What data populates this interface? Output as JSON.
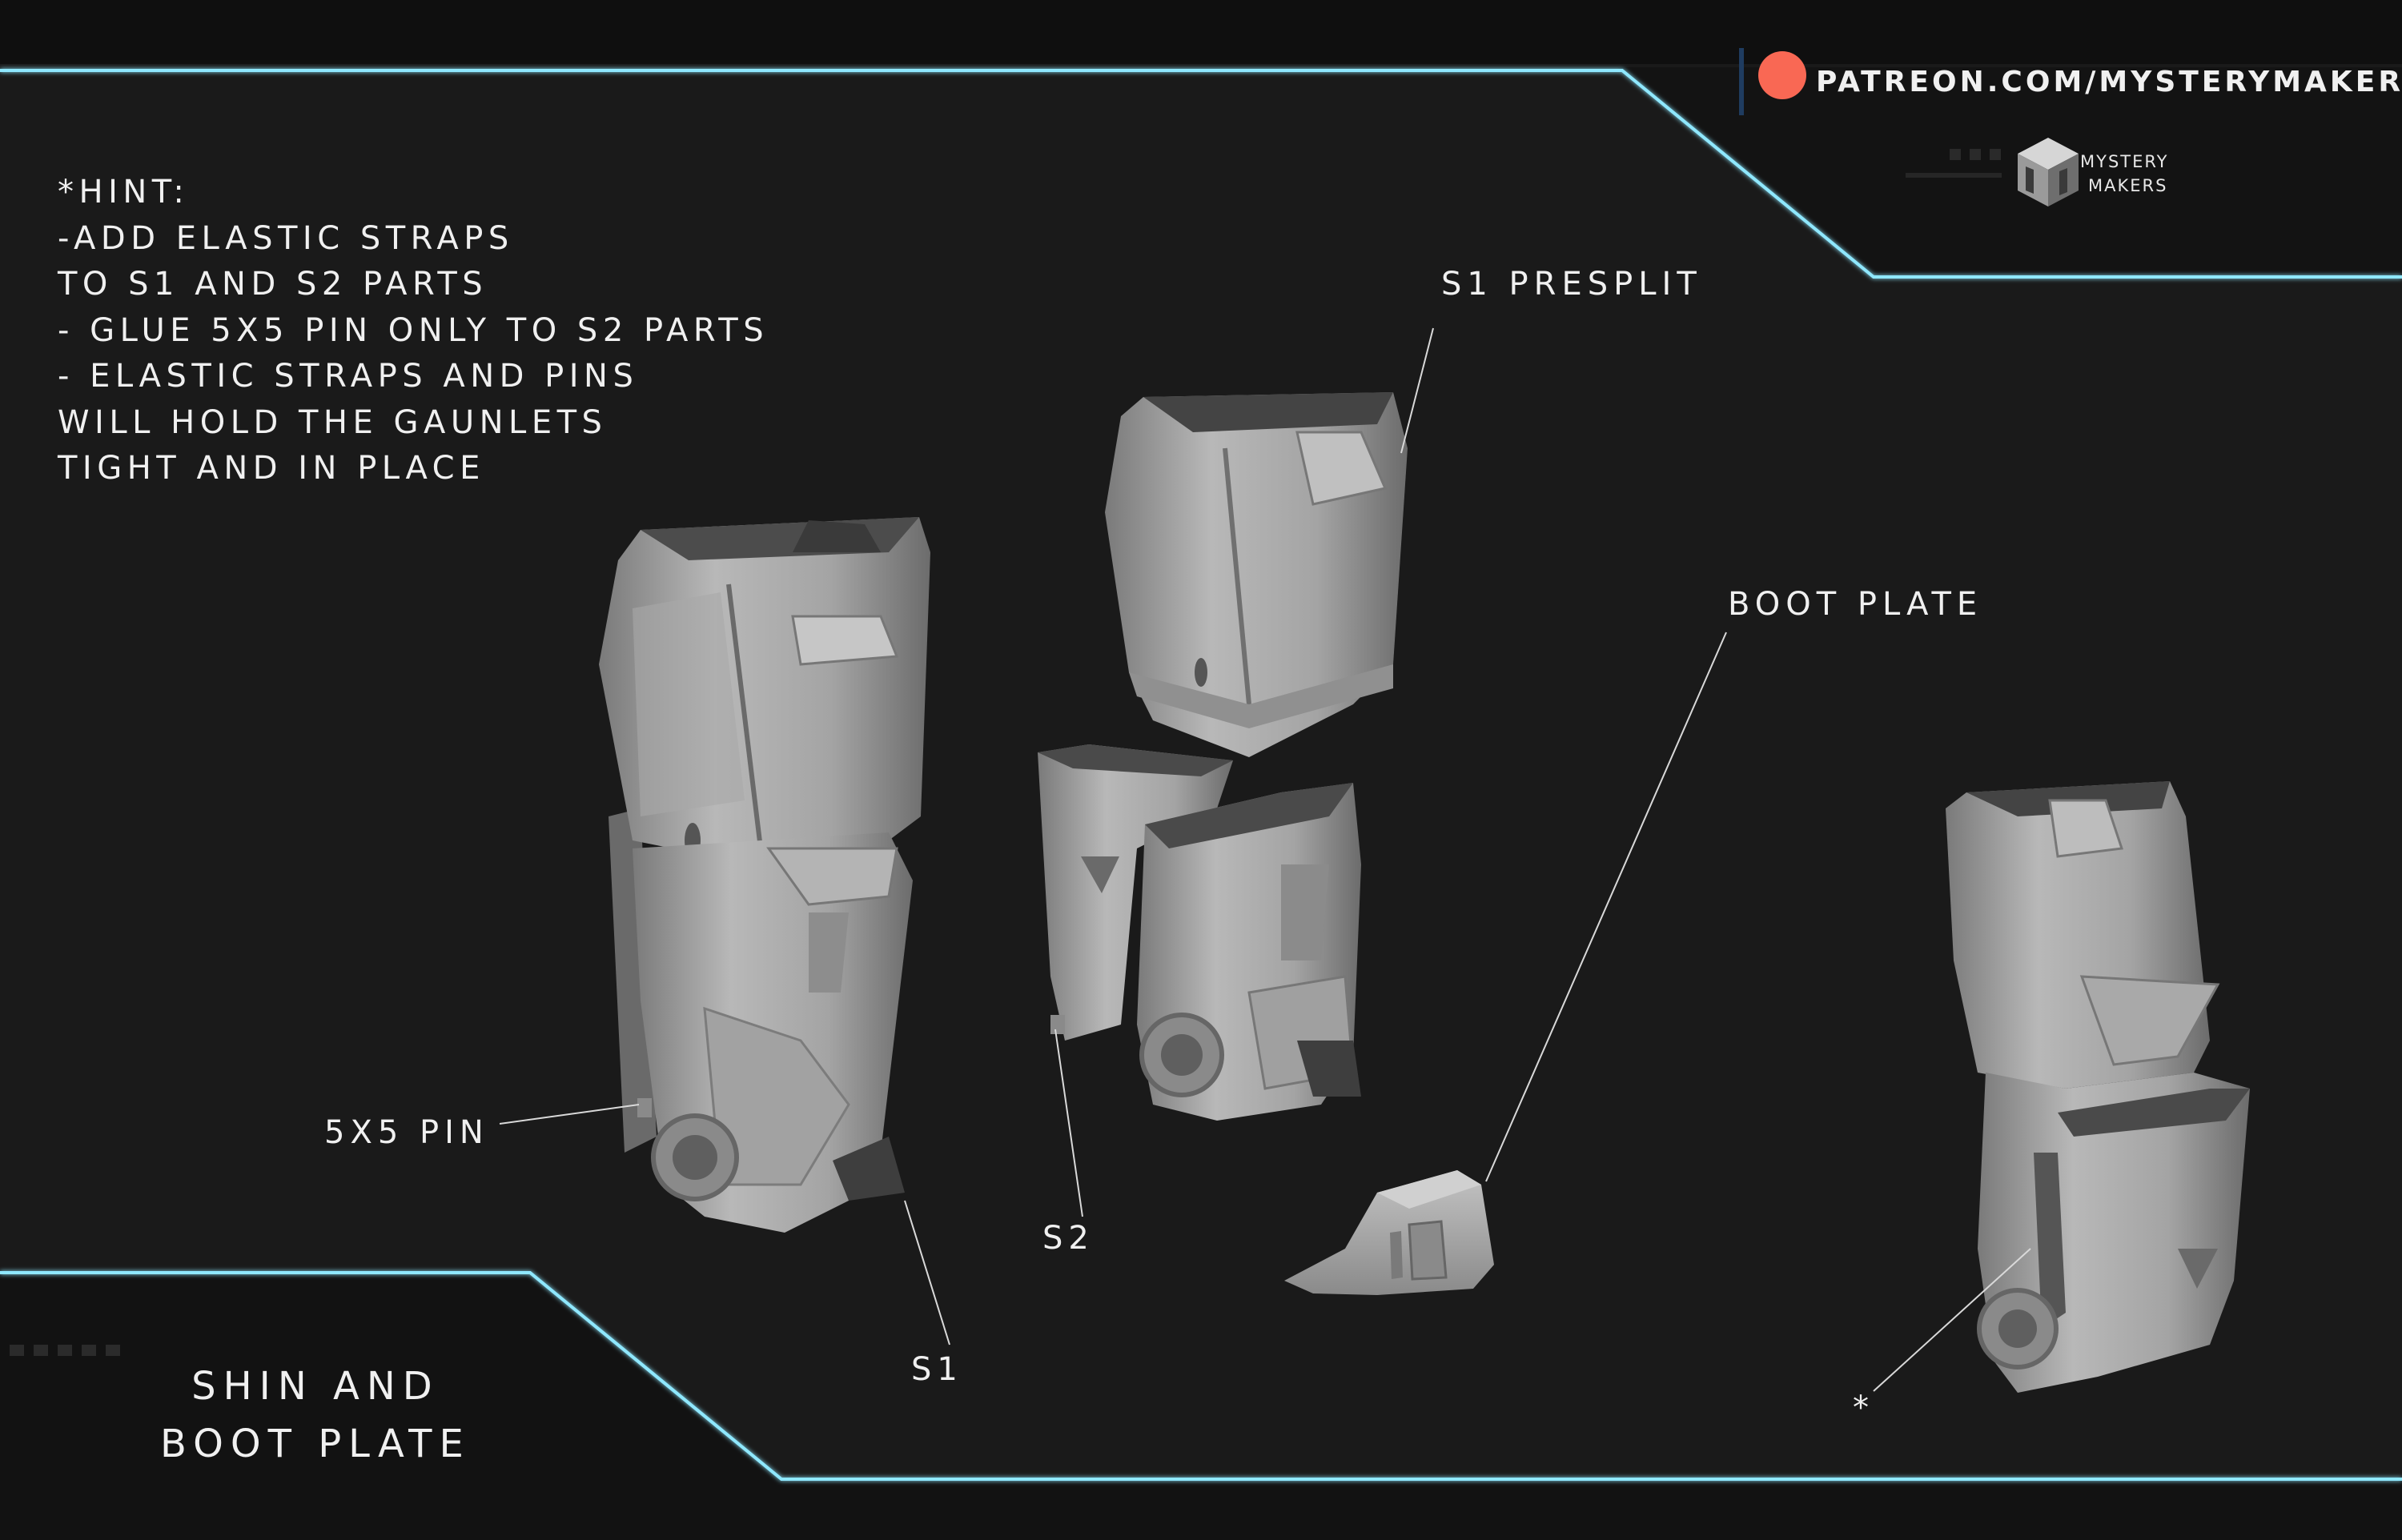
{
  "hint": {
    "lines": [
      "*HINT:",
      "-ADD ELASTIC STRAPS",
      "TO S1 AND S2 PARTS",
      "- GLUE 5X5 PIN ONLY TO S2 PARTS",
      "- ELASTIC STRAPS AND PINS",
      "WILL HOLD THE GAUNLETS",
      "TIGHT AND IN PLACE"
    ]
  },
  "labels": {
    "s1_presplit": "S1 PRESPLIT",
    "boot_plate": "BOOT PLATE",
    "pin": "5X5 PIN",
    "s2": "S2",
    "s1": "S1",
    "asterisk": "*"
  },
  "footer": {
    "title_line1": "SHIN AND",
    "title_line2": "BOOT PLATE"
  },
  "branding": {
    "patreon_url": "PATREON.COM/MYSTERYMAKERS",
    "brand_line1": "MYSTERY",
    "brand_line2": "MAKERS"
  },
  "colors": {
    "background": "#1a1a1a",
    "frame_glow": "#7fe6ff",
    "patreon_dot": "#f96854",
    "armor_light": "#bdbdbd",
    "armor_mid": "#9a9a9a",
    "armor_dark": "#6e6e6e",
    "text": "#f0f0f0"
  },
  "icons": [
    "patreon-dot-icon",
    "mystery-makers-logo-icon"
  ]
}
